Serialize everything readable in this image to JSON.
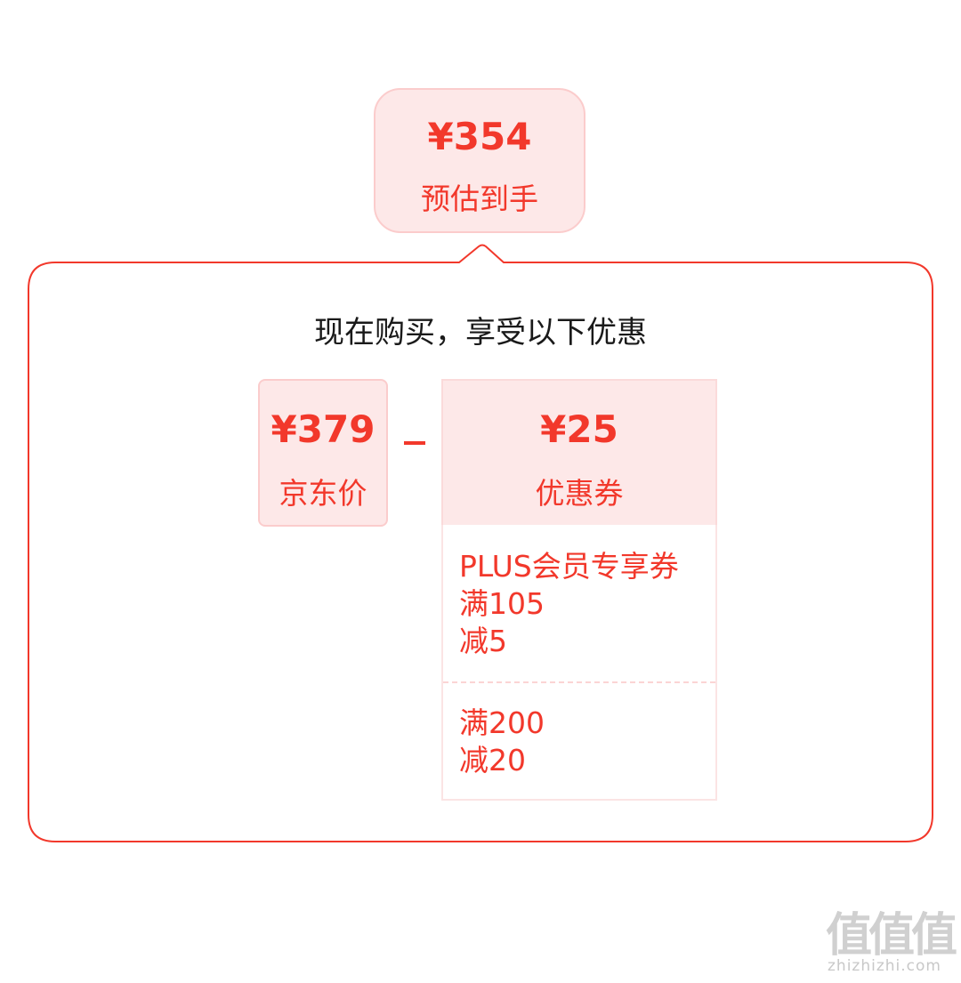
{
  "final": {
    "price": "¥354",
    "label": "预估到手"
  },
  "panel": {
    "title": "现在购买，享受以下优惠"
  },
  "jd": {
    "price": "¥379",
    "label": "京东价"
  },
  "operator": "−",
  "coupon": {
    "amount": "¥25",
    "label": "优惠券",
    "items": [
      {
        "lines": [
          "PLUS会员专享券",
          "满105",
          "减5"
        ]
      },
      {
        "lines": [
          "满200",
          "减20"
        ]
      }
    ]
  },
  "watermark": {
    "glyphs": "值值值",
    "url": "zhizhizhi.com"
  },
  "colors": {
    "accent": "#f2382b",
    "box_bg": "#fde8e8",
    "box_border": "#fbcccc"
  }
}
